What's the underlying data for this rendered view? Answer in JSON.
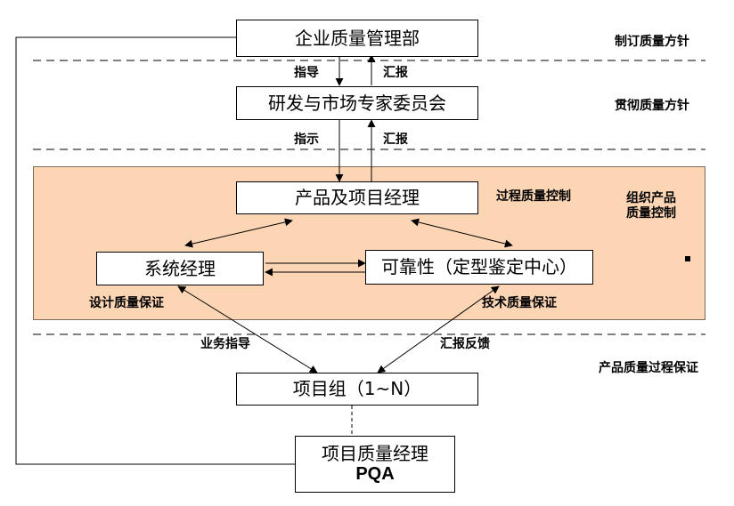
{
  "theme": {
    "region_fill": "#fcd5b4",
    "line_color": "#000000"
  },
  "boxes": {
    "corp": "企业质量管理部",
    "committee": "研发与市场专家委员会",
    "product_mgr": "产品及项目经理",
    "system_mgr": "系统经理",
    "reliability": "可靠性（定型鉴定中心）",
    "project_group": "项目组（1~N）",
    "pqa_line1": "项目质量经理",
    "pqa_line2": "PQA"
  },
  "arrows": {
    "guide": "指导",
    "report1": "汇报",
    "instruct": "指示",
    "report2": "汇报",
    "business_guide": "业务指导",
    "report_feedback": "汇报反馈"
  },
  "annotations": {
    "design_qa": "设计质量保证",
    "tech_qa": "技术质量保证",
    "process_qc": "过程质量控制"
  },
  "side_labels": {
    "policy_make": "制订质量方针",
    "policy_exec": "贯彻质量方针",
    "org_product_qc_line1": "组织产品",
    "org_product_qc_line2": "质量控制",
    "product_process_qa": "产品质量过程保证"
  }
}
